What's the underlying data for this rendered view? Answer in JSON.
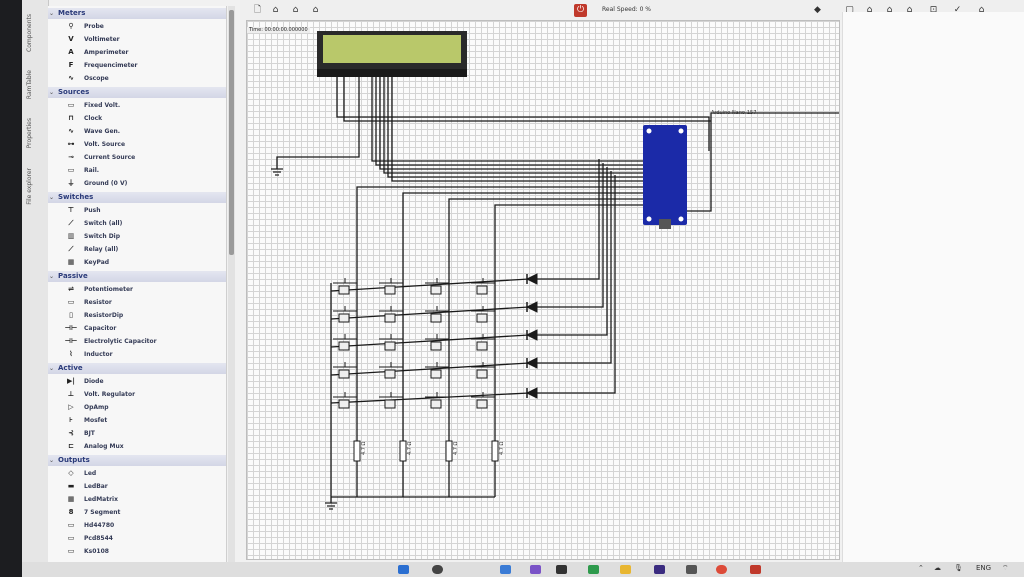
{
  "sidebar_tabs": [
    "Components",
    "RamTable",
    "Properties",
    "File explorer"
  ],
  "components": [
    {
      "category": "Meters",
      "items": [
        {
          "label": "Probe",
          "icon": "probe-icon",
          "glyph": "⚲"
        },
        {
          "label": "Voltimeter",
          "icon": "voltmeter-icon",
          "glyph": "V"
        },
        {
          "label": "Amperimeter",
          "icon": "ammeter-icon",
          "glyph": "A"
        },
        {
          "label": "Frequencimeter",
          "icon": "frequency-meter-icon",
          "glyph": "F"
        },
        {
          "label": "Oscope",
          "icon": "oscilloscope-icon",
          "glyph": "∿"
        }
      ]
    },
    {
      "category": "Sources",
      "items": [
        {
          "label": "Fixed Volt.",
          "icon": "fixed-volt-icon",
          "glyph": "▭"
        },
        {
          "label": "Clock",
          "icon": "clock-icon",
          "glyph": "⊓"
        },
        {
          "label": "Wave Gen.",
          "icon": "wave-gen-icon",
          "glyph": "∿"
        },
        {
          "label": "Volt. Source",
          "icon": "volt-source-icon",
          "glyph": "⊶"
        },
        {
          "label": "Current Source",
          "icon": "current-source-icon",
          "glyph": "⊸"
        },
        {
          "label": "Rail.",
          "icon": "rail-icon",
          "glyph": "▭"
        },
        {
          "label": "Ground (0 V)",
          "icon": "ground-icon",
          "glyph": "⏚"
        }
      ]
    },
    {
      "category": "Switches",
      "items": [
        {
          "label": "Push",
          "icon": "push-switch-icon",
          "glyph": "⊤"
        },
        {
          "label": "Switch (all)",
          "icon": "switch-icon",
          "glyph": "⟋"
        },
        {
          "label": "Switch Dip",
          "icon": "switch-dip-icon",
          "glyph": "▥"
        },
        {
          "label": "Relay (all)",
          "icon": "relay-icon",
          "glyph": "⟋"
        },
        {
          "label": "KeyPad",
          "icon": "keypad-icon",
          "glyph": "▦"
        }
      ]
    },
    {
      "category": "Passive",
      "items": [
        {
          "label": "Potentiometer",
          "icon": "potentiometer-icon",
          "glyph": "⇌"
        },
        {
          "label": "Resistor",
          "icon": "resistor-icon",
          "glyph": "▭"
        },
        {
          "label": "ResistorDip",
          "icon": "resistor-dip-icon",
          "glyph": "▯"
        },
        {
          "label": "Capacitor",
          "icon": "capacitor-icon",
          "glyph": "⊣⊢"
        },
        {
          "label": "Electrolytic Capacitor",
          "icon": "electrolytic-capacitor-icon",
          "glyph": "⊣⊢"
        },
        {
          "label": "Inductor",
          "icon": "inductor-icon",
          "glyph": "⌇"
        }
      ]
    },
    {
      "category": "Active",
      "items": [
        {
          "label": "Diode",
          "icon": "diode-icon",
          "glyph": "▶|"
        },
        {
          "label": "Volt. Regulator",
          "icon": "volt-regulator-icon",
          "glyph": "⊥"
        },
        {
          "label": "OpAmp",
          "icon": "opamp-icon",
          "glyph": "▷"
        },
        {
          "label": "Mosfet",
          "icon": "mosfet-icon",
          "glyph": "⊦"
        },
        {
          "label": "BJT",
          "icon": "bjt-icon",
          "glyph": "⊰"
        },
        {
          "label": "Analog Mux",
          "icon": "analog-mux-icon",
          "glyph": "⊏"
        }
      ]
    },
    {
      "category": "Outputs",
      "items": [
        {
          "label": "Led",
          "icon": "led-icon",
          "glyph": "◇"
        },
        {
          "label": "LedBar",
          "icon": "ledbar-icon",
          "glyph": "▬"
        },
        {
          "label": "LedMatrix",
          "icon": "ledmatrix-icon",
          "glyph": "▦"
        },
        {
          "label": "7 Segment",
          "icon": "seven-segment-icon",
          "glyph": "8"
        },
        {
          "label": "Hd44780",
          "icon": "hd44780-icon",
          "glyph": "▭"
        },
        {
          "label": "Pcd8544",
          "icon": "pcd8544-icon",
          "glyph": "▭"
        },
        {
          "label": "Ks0108",
          "icon": "ks0108-icon",
          "glyph": "▭"
        }
      ]
    }
  ],
  "toolbar": {
    "speed_label": "Real Speed: 0 %",
    "stop_glyph": "⏻"
  },
  "canvas": {
    "time_label": "Time: 00:00:00.000000",
    "arduino_label": "Arduino Nano-157",
    "resistor_label": "4.7 Ω"
  },
  "tray": {
    "language": "ENG"
  },
  "colors": {
    "arduino_board": "#1b2aa8",
    "lcd_screen": "#b9c86a",
    "stop_button": "#c0392b",
    "wire": "#1a1a1a"
  }
}
